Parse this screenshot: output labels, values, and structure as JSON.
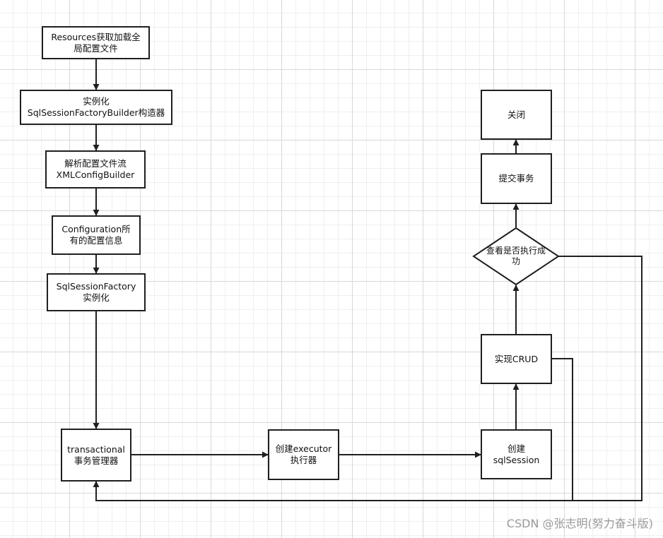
{
  "nodes": {
    "resources": {
      "line1": "Resources获取加载全",
      "line2": "局配置文件"
    },
    "builder": {
      "line1": "实例化",
      "line2": "SqlSessionFactoryBuilder构造器"
    },
    "xml": {
      "line1": "解析配置文件流",
      "line2": "XMLConfigBuilder"
    },
    "configuration": {
      "line1": "Configuration所",
      "line2": "有的配置信息"
    },
    "factory": {
      "line1": "SqlSessionFactory",
      "line2": "实例化"
    },
    "transactional": {
      "line1": "transactional",
      "line2": "事务管理器"
    },
    "executor": {
      "line1": "创建executor",
      "line2": "执行器"
    },
    "sqlsession": {
      "line1": "创建",
      "line2": "sqlSession"
    },
    "crud": {
      "label": "实现CRUD"
    },
    "check": {
      "line1": "查看是否执行成",
      "line2": "功"
    },
    "commit": {
      "label": "提交事务"
    },
    "close": {
      "label": "关闭"
    }
  },
  "watermark": "CSDN @张志明(努力奋斗版)"
}
